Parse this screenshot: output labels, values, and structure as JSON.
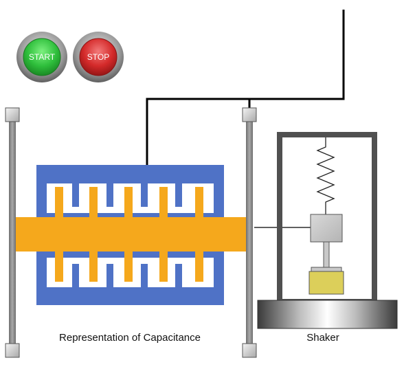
{
  "buttons": {
    "start_label": "START",
    "stop_label": "STOP"
  },
  "captions": {
    "capacitance": "Representation of Capacitance",
    "shaker": "Shaker"
  },
  "colors": {
    "electrode_blue": "#4f72c6",
    "comb_orange": "#f5a81c",
    "rail_gray": "#8a8a8a",
    "frame_dark": "#505050",
    "mass_gray": "#c8c8c8",
    "base_yellow": "#dccf5a",
    "start_green": "#2fbf3c",
    "stop_red": "#d42a2a",
    "wire_black": "#000000"
  }
}
